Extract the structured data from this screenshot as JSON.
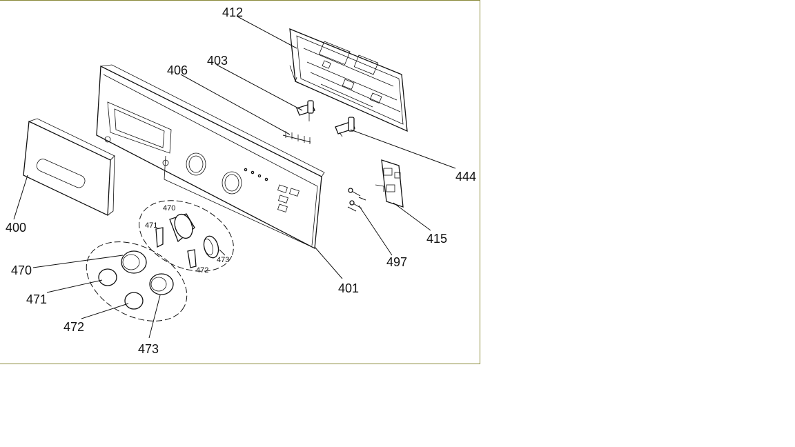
{
  "diagram": {
    "labels": {
      "l412": "412",
      "l403": "403",
      "l406": "406",
      "l444": "444",
      "l415": "415",
      "l497": "497",
      "l401": "401",
      "l400": "400",
      "l470": "470",
      "l471": "471",
      "l472": "472",
      "l473": "473",
      "l470b": "470",
      "l471b": "471",
      "l472b": "472",
      "l473b": "473"
    },
    "colors": {
      "frame_border": "#8a8a3a",
      "ink": "#111111"
    }
  }
}
